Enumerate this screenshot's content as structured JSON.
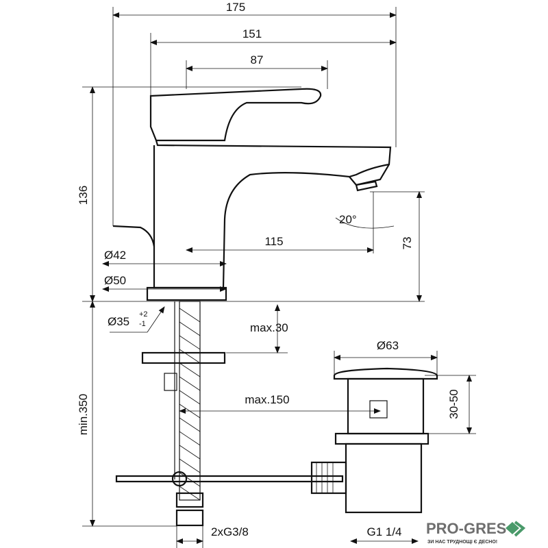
{
  "dimensions": {
    "overall_width": "175",
    "body_width": "151",
    "lever_width": "87",
    "height": "136",
    "base_diameter_inner": "Ø42",
    "base_diameter_outer": "Ø50",
    "hole_diameter": "Ø35",
    "hole_tolerance_plus": "+2",
    "hole_tolerance_minus": "-1",
    "spout_reach": "115",
    "spout_angle": "20°",
    "spout_height": "73",
    "max_deck_thickness": "max.30",
    "waste_cap_diameter": "Ø63",
    "waste_adjust": "30-50",
    "pull_rod_max": "max.150",
    "min_hose_length": "min.350",
    "hose_connection": "2xG3/8",
    "waste_thread": "G1 1/4"
  },
  "watermark": {
    "brand": "PRO-GRES",
    "tagline": "ЗИ НАС ТРУДНОЩІ Є ДЕСНО!",
    "color": "#4a9a6a"
  }
}
